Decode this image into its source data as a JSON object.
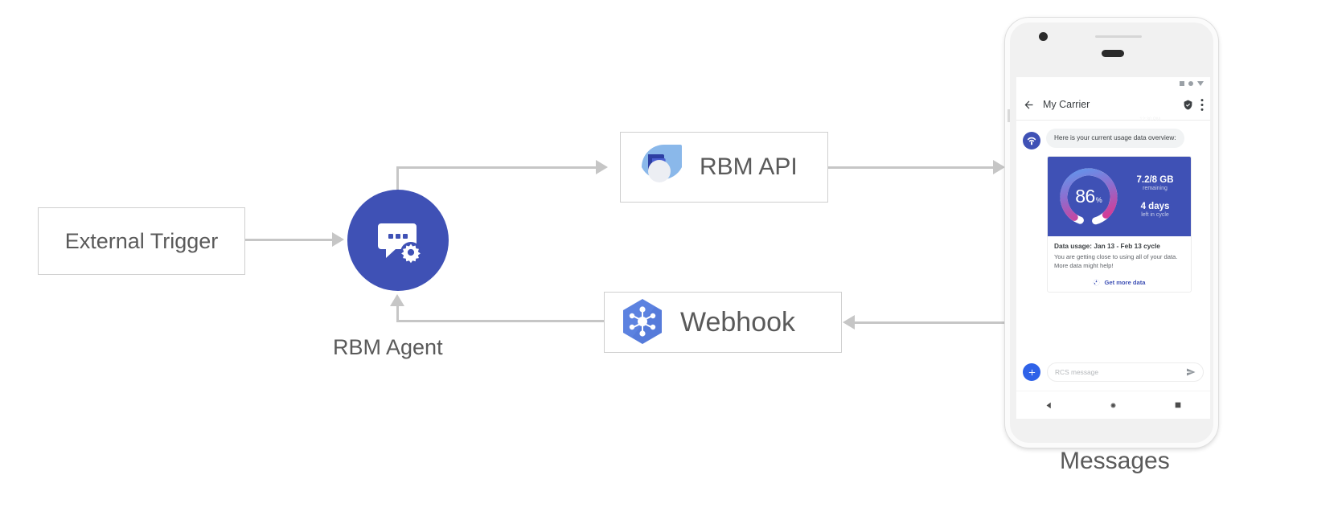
{
  "diagram": {
    "external_trigger": {
      "label": "External Trigger"
    },
    "rbm_agent": {
      "label": "RBM Agent",
      "icon": "chat-gear-icon"
    },
    "rbm_api": {
      "label": "RBM API",
      "icon": "rbm-api-logo-icon"
    },
    "webhook": {
      "label": "Webhook",
      "icon": "webhook-hexagon-icon"
    },
    "messages": {
      "label": "Messages"
    }
  },
  "phone": {
    "status_bar": {
      "icons": [
        "battery-icon",
        "circle-dot-icon",
        "signal-triangle-icon"
      ]
    },
    "app_bar": {
      "back_icon": "back-arrow-icon",
      "title": "My Carrier",
      "verified_icon": "verified-shield-icon",
      "overflow_icon": "overflow-menu-icon",
      "timestamp": "12:30 PM"
    },
    "conversation": {
      "avatar_icon": "carrier-antenna-icon",
      "incoming_message": "Here is your current usage data overview:",
      "rich_card": {
        "gauge": {
          "percent_value": "86",
          "percent_sign": "%",
          "percent_number": 86,
          "arc_start_color": "#5b9bf0",
          "arc_mid_color": "#8c6fd0",
          "arc_end_color": "#e0338c",
          "track_color": "#ffffff",
          "panel_color": "#3f51b5"
        },
        "stats": [
          {
            "primary": "7.2/8 GB",
            "secondary": "remaining"
          },
          {
            "primary": "4 days",
            "secondary": "left in cycle"
          }
        ],
        "title": "Data usage: Jan 13 - Feb 13 cycle",
        "description": "You are getting close to using all of your data. More data might help!",
        "action": {
          "icon": "globe-icon",
          "label": "Get more data",
          "color": "#3f51b5"
        }
      }
    },
    "composer": {
      "plus_icon": "plus-icon",
      "placeholder": "RCS message",
      "send_icon": "send-icon"
    },
    "nav_bar": {
      "back_icon": "nav-back-icon",
      "home_icon": "nav-home-icon",
      "recents_icon": "nav-recents-icon"
    }
  },
  "colors": {
    "brand_blue": "#3f51b5",
    "connector_gray": "#c6c6c6",
    "box_border": "#cfcfcf",
    "text_gray": "#5a5a5a"
  }
}
